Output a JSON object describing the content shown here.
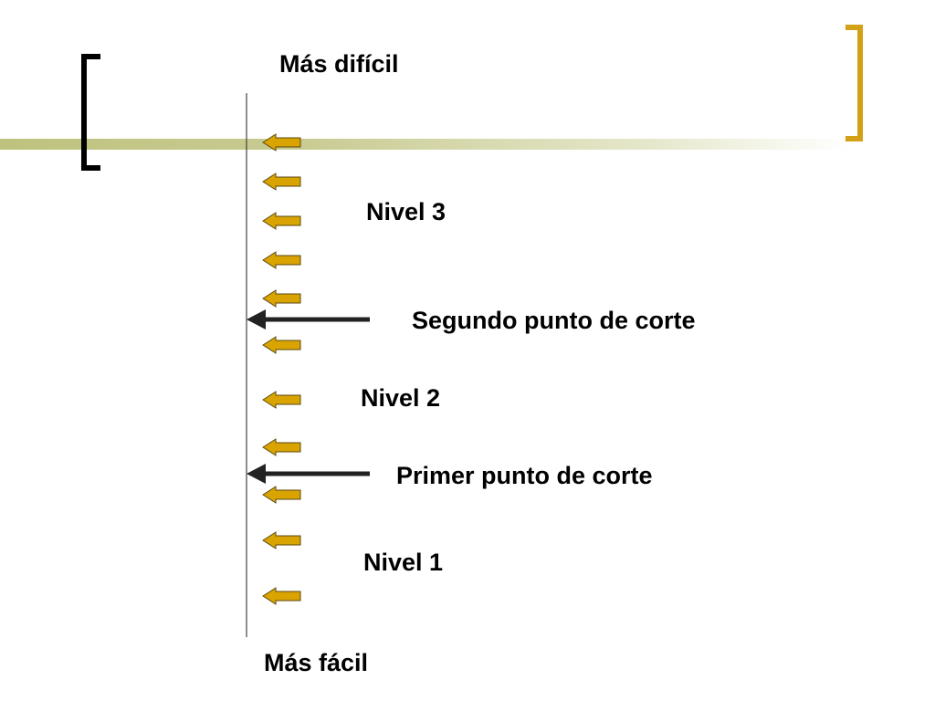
{
  "top_label": "Más difícil",
  "bottom_label": "Más fácil",
  "levels": [
    "Nivel 3",
    "Nivel 2",
    "Nivel 1"
  ],
  "cut_points": [
    "Segundo punto de corte",
    "Primer punto de corte"
  ],
  "colors": {
    "small_arrow_fill": "#D9A300",
    "small_arrow_stroke": "#5a4a10",
    "left_bracket": "#000000",
    "right_bracket": "#D4A017",
    "accent_bar": "#C5C88A",
    "cut_arrow": "#222222"
  }
}
